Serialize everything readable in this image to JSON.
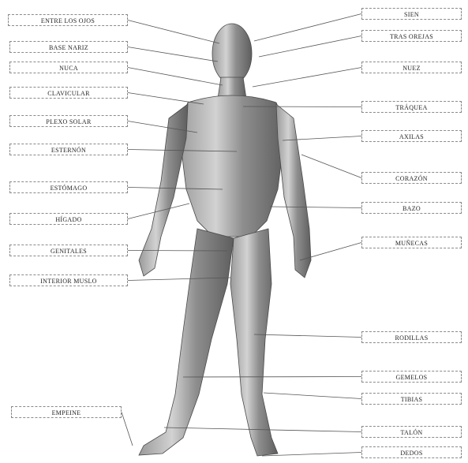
{
  "labels_left": [
    "ENTRE LOS OJOS",
    "BASE NARIZ",
    "NUCA",
    "CLAVICULAR",
    "PLEXO SOLAR",
    "ESTERNÓN",
    "ESTÓMAGO",
    "HÍGADO",
    "GENITALES",
    "INTERIOR MUSLO",
    "EMPEINE"
  ],
  "labels_right": [
    "SIEN",
    "TRAS OREJAS",
    "NUEZ",
    "TRÁQUEA",
    "AXILAS",
    "CORAZÓN",
    "BAZO",
    "MUÑECAS",
    "RODILLAS",
    "GEMELOS",
    "TIBIAS",
    "TALÓN",
    "DEDOS"
  ],
  "colors": {
    "figure": "#7a7a7a",
    "line": "#555555",
    "box_border": "#8a8a8a"
  }
}
